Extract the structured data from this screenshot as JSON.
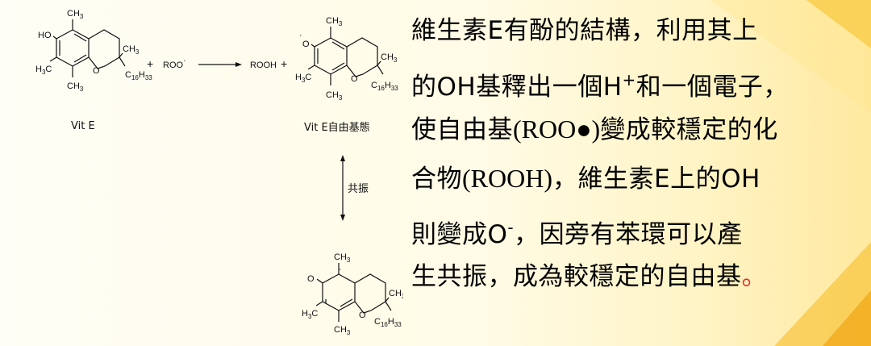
{
  "diagram": {
    "vit_e_label": "Vit E",
    "radical_label": "Vit E自由基態",
    "resonance_label": "共振",
    "plus_1": "+",
    "roo_text": "ROO",
    "plus_2": "+",
    "rooh_text": "ROOH",
    "ho": "HO",
    "o_ring": "O",
    "o_radical": "O",
    "o_ketone": "O",
    "ch3": "CH",
    "ch3_sub": "3",
    "h3c": "H",
    "h3c_sub": "3",
    "h3c_c": "C",
    "c16": "C",
    "c16_sub1": "16",
    "c16_h": "H",
    "c16_sub2": "33",
    "dot": "·"
  },
  "text": {
    "line1": "維生素E有酚的結構，利用其上",
    "line2_a": "的OH基釋出一個H",
    "line2_sup": "+",
    "line2_b": "和一個電子，",
    "line3_a": "使自由基",
    "line3_serif": "(ROO●)",
    "line3_b": "變成較穩定的化",
    "line4_a": "合物",
    "line4_serif": "(ROOH)",
    "line4_b": "，維生素E上的OH",
    "line5_a": "則變成O",
    "line5_sup": "-",
    "line5_b": "，因旁有苯環可以產",
    "line6_a": "生共振，成為較穩定的自由基",
    "line6_end": "。"
  }
}
